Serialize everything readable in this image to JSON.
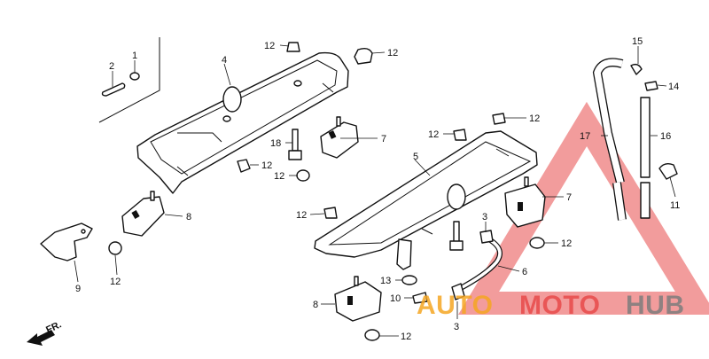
{
  "diagram": {
    "part_numbers": {
      "p1": "1",
      "p2": "2",
      "p3a": "3",
      "p3b": "3",
      "p4": "4",
      "p5": "5",
      "p6": "6",
      "p7a": "7",
      "p7b": "7",
      "p8a": "8",
      "p8b": "8",
      "p9": "9",
      "p10": "10",
      "p11": "11",
      "p12a": "12",
      "p12b": "12",
      "p12c": "12",
      "p12d": "12",
      "p12e": "12",
      "p12f": "12",
      "p12g": "12",
      "p12h": "12",
      "p12i": "12",
      "p13": "13",
      "p14": "14",
      "p15": "15",
      "p16": "16",
      "p17": "17",
      "p18": "18"
    },
    "direction_label": "FR.",
    "watermark": {
      "part1": "AUTO",
      "part2": "MOTO",
      "part3": "HUB",
      "color_orange": "#f5a623",
      "color_red": "#e84a4a",
      "color_gray": "#7d7d7d"
    }
  }
}
